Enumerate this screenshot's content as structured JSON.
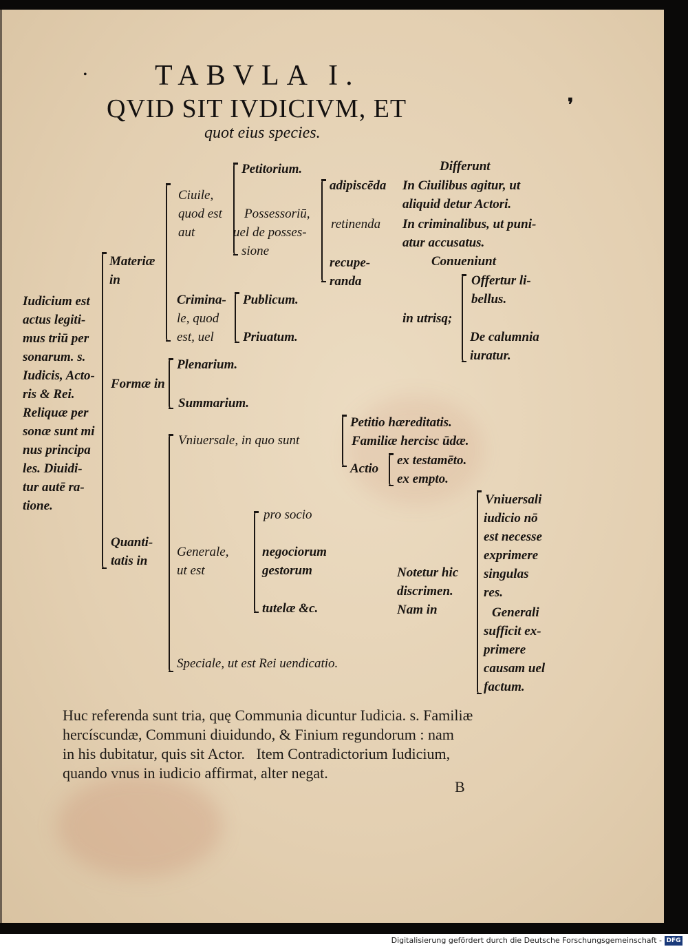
{
  "title": "TABVLA I.",
  "heading": {
    "line1": "QVID SIT IVDICIVM, ET",
    "line2": "quot eius species."
  },
  "definition": [
    "Iudicium est",
    "actus legiti-",
    "mus triū per",
    "sonarum. s.",
    "Iudicis, Acto-",
    "ris & Rei.",
    "Reliquæ per",
    "sonæ sunt mi",
    "nus principa",
    "les. Diuidi-",
    "tur autē ra-",
    "tione."
  ],
  "tree": {
    "materiae_in": [
      "Materiæ",
      "in"
    ],
    "ciuile": [
      "Ciuile,",
      "quod est",
      "aut"
    ],
    "petitorium": "Petitorium.",
    "possessorium": [
      "Possessoriū,",
      "uel de posses-",
      "sione"
    ],
    "adipiscenda": "adipiscēda",
    "retinenda": "retinenda",
    "recuperanda": [
      "recupe-",
      "randa"
    ],
    "criminale": [
      "Crimina-",
      "le, quod",
      "est, uel"
    ],
    "publicum": "Publicum.",
    "priuatum": "Priuatum.",
    "formae_in": "Formæ in",
    "plenarium": "Plenarium.",
    "summarium": "Summarium.",
    "quantitatis_in": [
      "Quanti-",
      "tatis in"
    ],
    "vniuersale": "Vniuersale, in quo sunt",
    "petitio": "Petitio hæreditatis.",
    "familiae": "Familiæ hercisc ūdæ.",
    "actio": "Actio",
    "ex_testamento": "ex testamēto.",
    "ex_empto": "ex empto.",
    "generale": [
      "Generale,",
      "ut est"
    ],
    "pro_socio": "pro socio",
    "negociorum": [
      "negociorum",
      "gestorum"
    ],
    "tutelae": "tutelæ &c.",
    "speciale": "Speciale, ut est Rei uendicatio."
  },
  "right_column": {
    "differunt": "Differunt",
    "civilibus": [
      "In Ciuilibus agitur, ut",
      "aliquid detur Actori."
    ],
    "criminalibus": [
      "In criminalibus, ut puni-",
      "atur accusatus."
    ],
    "conueniunt": "Conueniunt",
    "offertur": [
      "Offertur li-",
      "bellus."
    ],
    "in_utrisque": "in utrisq;",
    "calumnia": [
      "De calumnia",
      "iuratur."
    ],
    "notetur": [
      "Notetur hic",
      "discrimen.",
      "Nam in"
    ],
    "vniuersali": [
      "Vniuersali",
      "iudicio nō",
      "est necesse",
      "exprimere",
      "singulas",
      "res."
    ],
    "generali": [
      "Generali",
      "sufficit ex-",
      "primere",
      "causam uel",
      "factum."
    ]
  },
  "bottom_note": [
    "Huc referenda sunt tria, quę Communia dicuntur Iudicia. s. Familiæ",
    "hercíscundæ, Communi diuidundo, & Finium regundorum : nam",
    "in his dubitatur, quis sit Actor.   Item Contradictorium Iudicium,",
    "quando vnus in iudicio affirmat, alter negat."
  ],
  "signature_mark": "B",
  "footer": {
    "credit": "Digitalisierung gefördert durch die Deutsche Forschungsgemeinschaft -",
    "logo": "DFG"
  }
}
